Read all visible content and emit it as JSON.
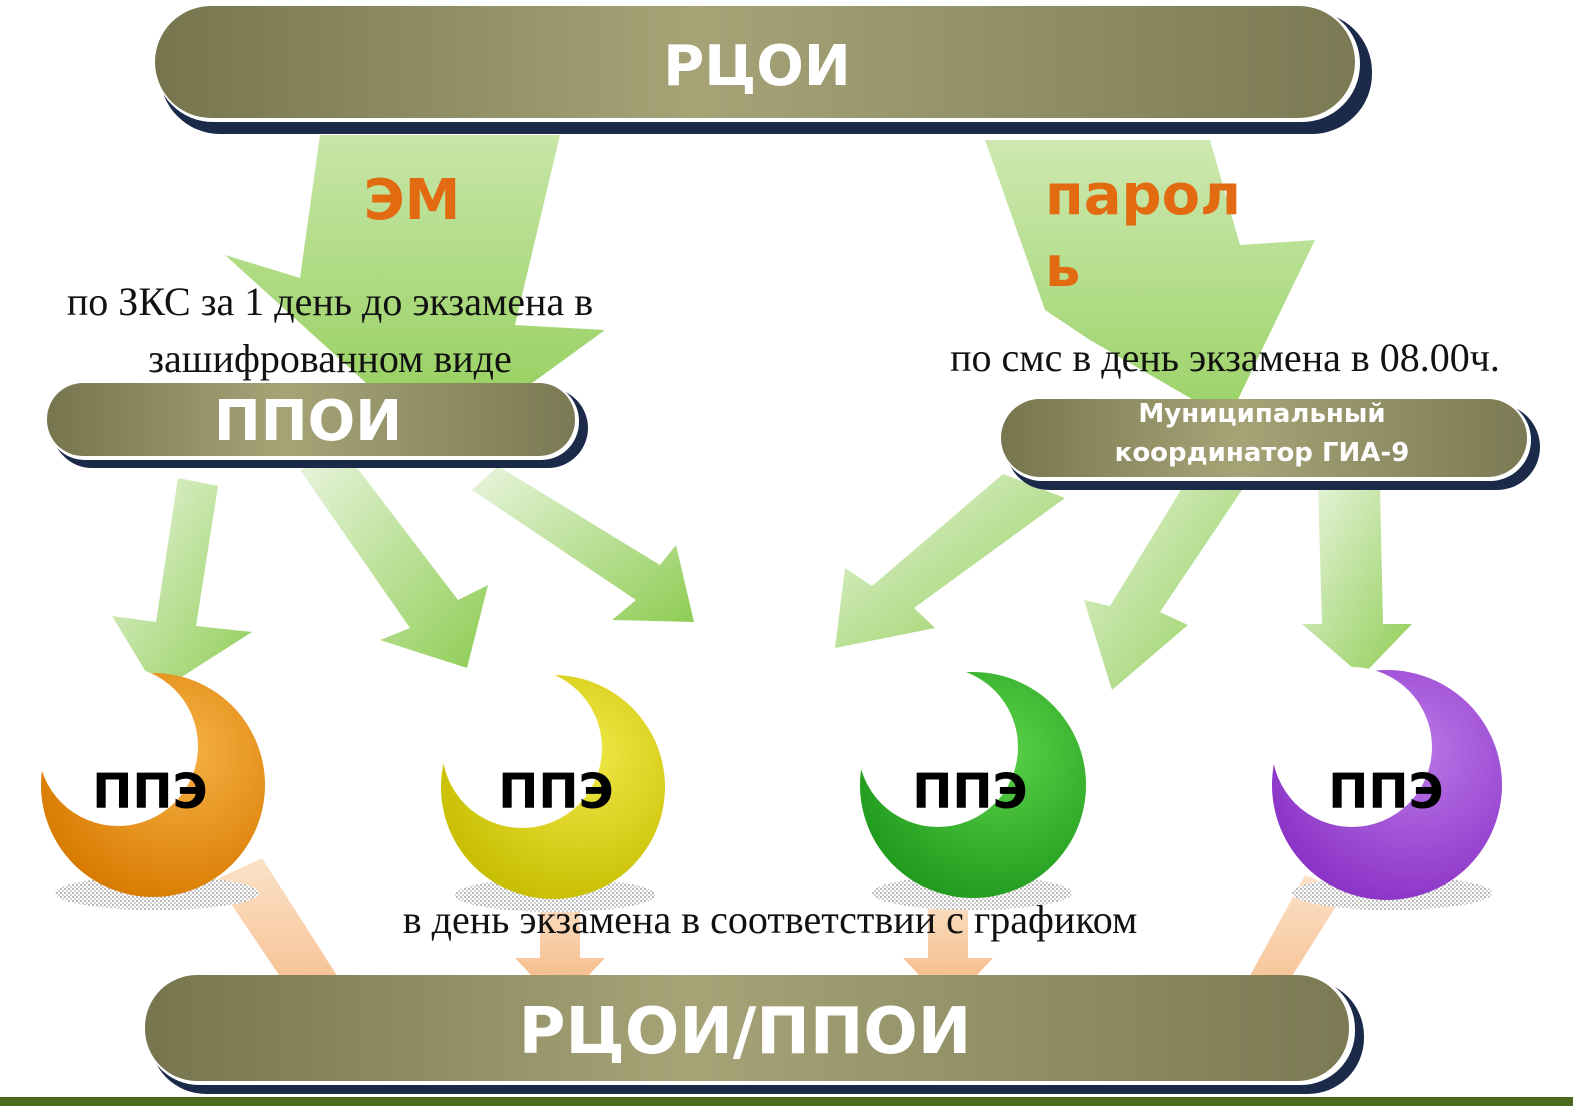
{
  "nodes": {
    "top": "РЦОИ",
    "ppoi": "ППОИ",
    "coordinator_line1": "Муниципальный",
    "coordinator_line2": "координатор ГИА-9",
    "bottom": "РЦОИ/ППОИ"
  },
  "flows": {
    "em_label": "ЭМ",
    "password_line1": "парол",
    "password_line2": "ь",
    "em_caption_line1": "по ЗКС за 1 день до экзамена в",
    "em_caption_line2": "зашифрованном виде",
    "password_caption": "по смс в день экзамена в 08.00ч.",
    "return_caption": "в день экзамена в соответствии с графиком"
  },
  "stations": [
    {
      "label": "ППЭ",
      "color": "#e8890a"
    },
    {
      "label": "ППЭ",
      "color": "#d9d20a"
    },
    {
      "label": "ППЭ",
      "color": "#2fae2b"
    },
    {
      "label": "ППЭ",
      "color": "#9a45d2"
    }
  ],
  "colors": {
    "pill": "#8e8c5f",
    "pill_shadow": "#1c2a4a",
    "green_arrow": "#a2d46f",
    "peach_arrow": "#f5c398",
    "accent_text": "#e26b12"
  }
}
